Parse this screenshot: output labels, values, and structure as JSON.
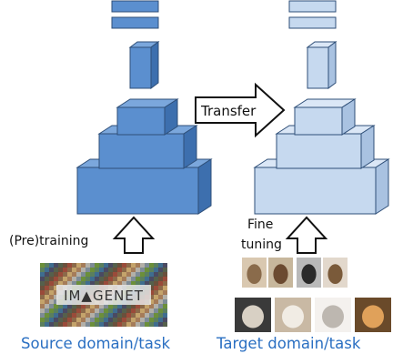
{
  "labels": {
    "transfer": "Transfer",
    "pretraining": "(Pre)training",
    "fine": "Fine",
    "tuning": "tuning",
    "source": "Source domain/task",
    "target": "Target domain/task"
  },
  "logo_text": "IMAGENET",
  "colors": {
    "source_front": "#5b8fcf",
    "source_top": "#7ba7dc",
    "source_side": "#3d6fae",
    "target_front": "#c6d9ef",
    "target_top": "#dbe7f6",
    "target_side": "#a9c2e1",
    "outline": "#2f4f78",
    "caption": "#2a6fc2"
  }
}
